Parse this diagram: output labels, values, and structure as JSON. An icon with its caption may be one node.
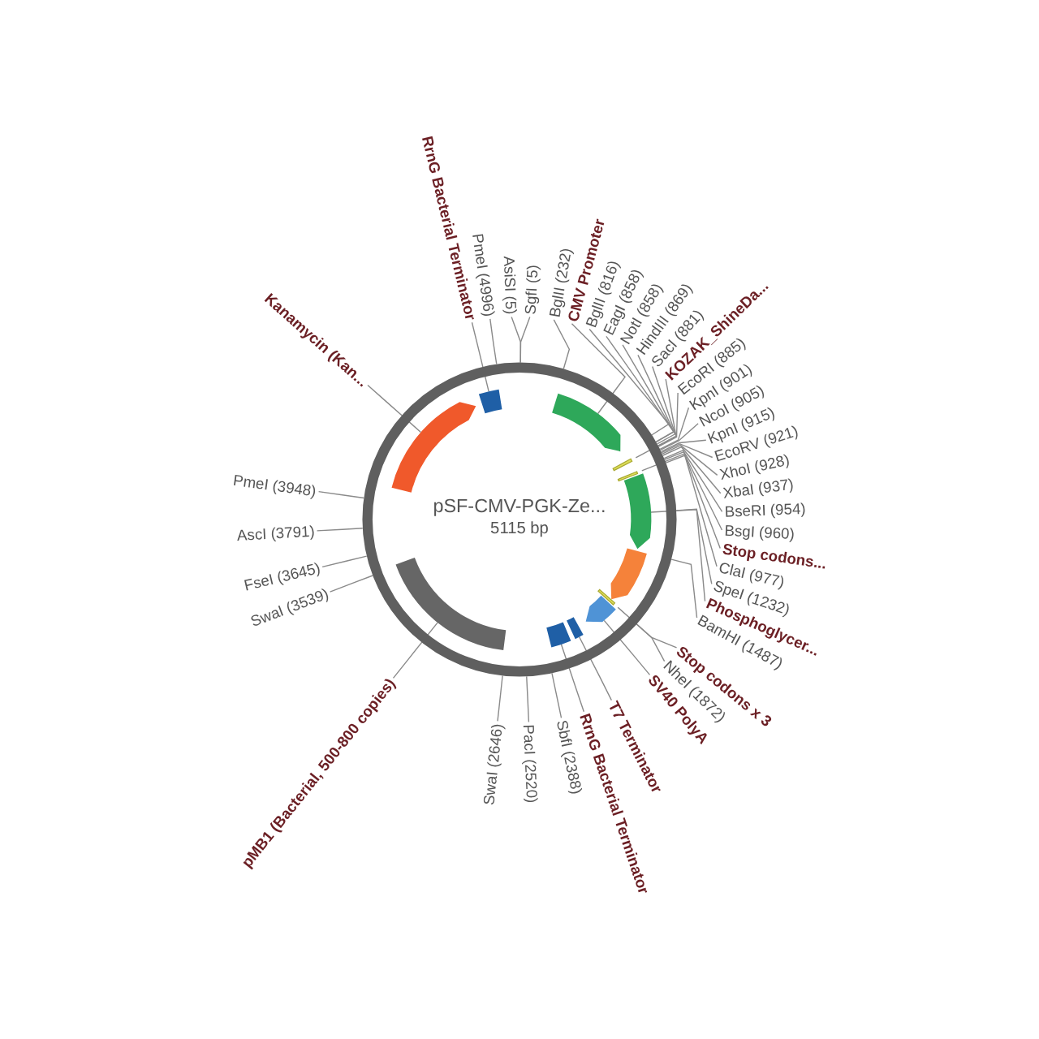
{
  "diagram": {
    "nodes": [
      {
        "text": [
          "pSF-CMV-PGK-Ze...",
          "5115 bp"
        ]
      },
      {
        "text": [],
        "shape": "arrow",
        "in": 0
      },
      {
        "text": [],
        "shape": "bar",
        "in": 0
      },
      {
        "text": [],
        "shape": "bar",
        "in": 0
      },
      {
        "text": [],
        "shape": "arrow",
        "in": 0
      },
      {
        "text": [],
        "shape": "arrow",
        "in": 0
      },
      {
        "text": [],
        "shape": "bar",
        "in": 0
      },
      {
        "text": [],
        "shape": "arrow",
        "in": 0
      },
      {
        "text": [],
        "shape": "box",
        "in": 0
      },
      {
        "text": [],
        "shape": "box",
        "in": 0
      },
      {
        "text": [],
        "shape": "box",
        "in": 0
      },
      {
        "text": [],
        "shape": "arrow",
        "in": 0
      },
      {
        "text": [],
        "shape": "box",
        "in": 0
      },
      {
        "text": [
          "AsiSI (5)"
        ]
      },
      {
        "text": [
          "SgfI (5)"
        ]
      },
      {
        "text": [
          "BglII (232)"
        ]
      },
      {
        "text": [
          "CMV Promoter"
        ]
      },
      {
        "text": [
          "BglII (816)"
        ]
      },
      {
        "text": [
          "EagI (858)"
        ]
      },
      {
        "text": [
          "NotI (858)"
        ]
      },
      {
        "text": [
          "HindIII (869)"
        ]
      },
      {
        "text": [
          "SacI (881)"
        ]
      },
      {
        "text": [
          "EcoRI (885)"
        ]
      },
      {
        "text": [
          "KOZAK_ShineDa..."
        ]
      },
      {
        "text": [
          "KpnI (901)"
        ]
      },
      {
        "text": [
          "NcoI (905)"
        ]
      },
      {
        "text": [
          "KpnI (915)"
        ]
      },
      {
        "text": [
          "EcoRV (921)"
        ]
      },
      {
        "text": [
          "XhoI (928)"
        ]
      },
      {
        "text": [
          "XbaI (937)"
        ]
      },
      {
        "text": [
          "BseRI (954)"
        ]
      },
      {
        "text": [
          "BsgI (960)"
        ]
      },
      {
        "text": [
          "Stop codons..."
        ]
      },
      {
        "text": [
          "ClaI (977)"
        ]
      },
      {
        "text": [
          "SpeI (1232)"
        ]
      },
      {
        "text": [
          "Phosphoglycer..."
        ]
      },
      {
        "text": [
          "BamHI (1487)"
        ]
      },
      {
        "text": [
          "NheI (1872)"
        ]
      },
      {
        "text": [
          "Stop codons x 3"
        ]
      },
      {
        "text": [
          "SV40 PolyA"
        ]
      },
      {
        "text": [
          "T7 Terminator"
        ]
      },
      {
        "text": [
          "RrnG Bacterial Terminator"
        ]
      },
      {
        "text": [
          "SbfI (2388)"
        ]
      },
      {
        "text": [
          "PacI (2520)"
        ]
      },
      {
        "text": [
          "SwaI (2646)"
        ]
      },
      {
        "text": [
          "pMB1 (Bacterial, 500-800 copies)"
        ]
      },
      {
        "text": [
          "SwaI (3539)"
        ]
      },
      {
        "text": [
          "FseI (3645)"
        ]
      },
      {
        "text": [
          "AscI (3791)"
        ]
      },
      {
        "text": [
          "PmeI (3948)"
        ]
      },
      {
        "text": [
          "Kanamycin (Kan..."
        ]
      },
      {
        "text": [
          "RrnG Bacterial Terminator"
        ]
      },
      {
        "text": [
          "PmeI (4996)"
        ]
      }
    ],
    "edges": [
      {
        "from": 13,
        "to": 0,
        "arrow": "none"
      },
      {
        "from": 14,
        "to": 0,
        "arrow": "none"
      },
      {
        "from": 15,
        "to": 0,
        "arrow": "none"
      },
      {
        "from": 16,
        "to": 1,
        "arrow": "none"
      },
      {
        "from": 17,
        "to": 0,
        "arrow": "none"
      },
      {
        "from": 18,
        "to": 0,
        "arrow": "none"
      },
      {
        "from": 19,
        "to": 0,
        "arrow": "none"
      },
      {
        "from": 20,
        "to": 0,
        "arrow": "none"
      },
      {
        "from": 21,
        "to": 0,
        "arrow": "none"
      },
      {
        "from": 22,
        "to": 0,
        "arrow": "none"
      },
      {
        "from": 23,
        "to": 2,
        "arrow": "none"
      },
      {
        "from": 24,
        "to": 0,
        "arrow": "none"
      },
      {
        "from": 25,
        "to": 0,
        "arrow": "none"
      },
      {
        "from": 26,
        "to": 0,
        "arrow": "none"
      },
      {
        "from": 27,
        "to": 0,
        "arrow": "none"
      },
      {
        "from": 28,
        "to": 0,
        "arrow": "none"
      },
      {
        "from": 29,
        "to": 0,
        "arrow": "none"
      },
      {
        "from": 30,
        "to": 0,
        "arrow": "none"
      },
      {
        "from": 31,
        "to": 0,
        "arrow": "none"
      },
      {
        "from": 32,
        "to": 3,
        "arrow": "none"
      },
      {
        "from": 33,
        "to": 0,
        "arrow": "none"
      },
      {
        "from": 34,
        "to": 0,
        "arrow": "none"
      },
      {
        "from": 35,
        "to": 4,
        "arrow": "none"
      },
      {
        "from": 36,
        "to": 0,
        "arrow": "none"
      },
      {
        "from": 37,
        "to": 0,
        "arrow": "none"
      },
      {
        "from": 38,
        "to": 6,
        "arrow": "none"
      },
      {
        "from": 39,
        "to": 7,
        "arrow": "none"
      },
      {
        "from": 40,
        "to": 8,
        "arrow": "none"
      },
      {
        "from": 41,
        "to": 9,
        "arrow": "none"
      },
      {
        "from": 42,
        "to": 0,
        "arrow": "none"
      },
      {
        "from": 43,
        "to": 0,
        "arrow": "none"
      },
      {
        "from": 44,
        "to": 0,
        "arrow": "none"
      },
      {
        "from": 45,
        "to": 10,
        "arrow": "none"
      },
      {
        "from": 46,
        "to": 0,
        "arrow": "none"
      },
      {
        "from": 47,
        "to": 0,
        "arrow": "none"
      },
      {
        "from": 48,
        "to": 0,
        "arrow": "none"
      },
      {
        "from": 49,
        "to": 0,
        "arrow": "none"
      },
      {
        "from": 50,
        "to": 11,
        "arrow": "none"
      },
      {
        "from": 51,
        "to": 12,
        "arrow": "none"
      },
      {
        "from": 52,
        "to": 0,
        "arrow": "none"
      }
    ]
  }
}
